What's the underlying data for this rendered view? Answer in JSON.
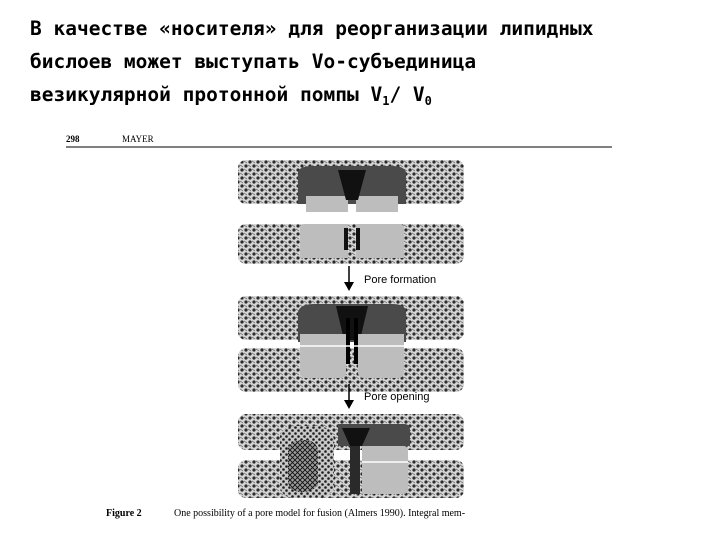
{
  "slide": {
    "title_line1": "В качестве «носителя» для реорганизации липидных",
    "title_line2": "бислоев может выступать Vo-субъединица",
    "title_line3_main": "везикулярной протонной помпы V",
    "title_line3_sub1": "1",
    "title_line3_sep": "/ V",
    "title_line3_sub2": "0"
  },
  "figure": {
    "page_number": "298",
    "running_head": "MAYER",
    "step1_label": "Pore formation",
    "step2_label": "Pore opening",
    "caption_label": "Figure 2",
    "caption_text": "One possibility of a pore model for fusion (Almers 1990). Integral mem-"
  },
  "colors": {
    "lipid_fill": "#d6d6d6",
    "lipid_dots": "#2a2a2a",
    "protein_light": "#bdbdbd",
    "protein_dark": "#3a3a3a"
  }
}
